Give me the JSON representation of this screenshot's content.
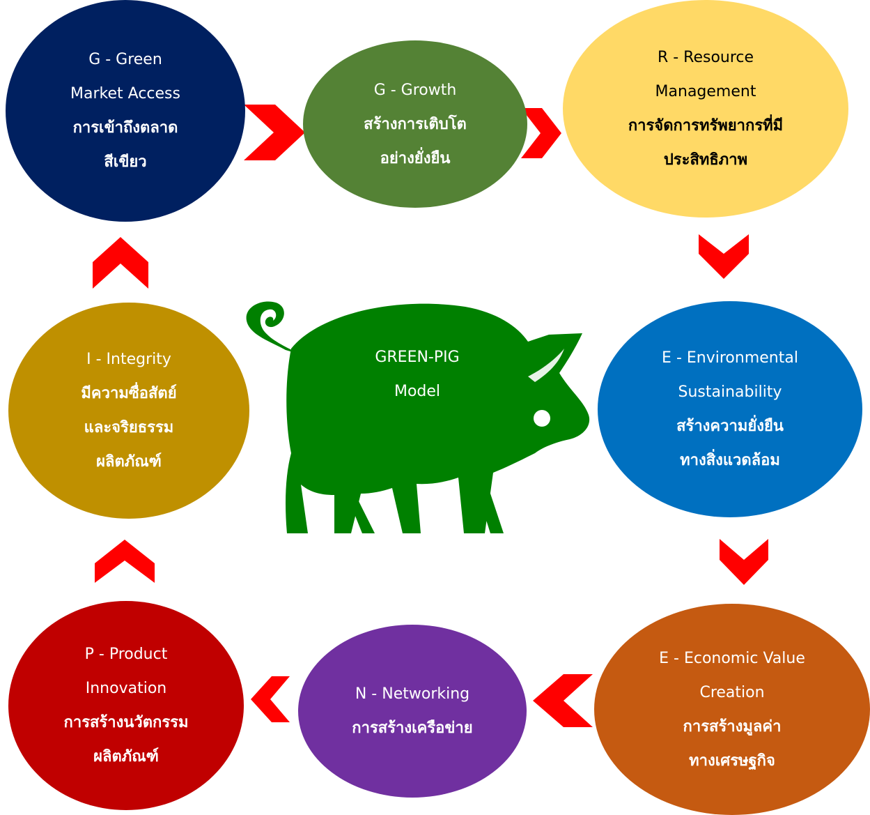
{
  "center": {
    "line1": "GREEN-PIG",
    "line2": "Model",
    "pig_color": "#008000"
  },
  "nodes": [
    {
      "id": "g1",
      "color": "#002060",
      "lines": [
        "G - Green",
        "Market Access",
        "การเข้าถึงตลาด",
        "สีเขียว"
      ]
    },
    {
      "id": "g2",
      "color": "#548235",
      "lines": [
        "G - Growth",
        "สร้างการเติบโต",
        "อย่างยั่งยืน"
      ]
    },
    {
      "id": "r",
      "color": "#FFD966",
      "lines": [
        "R - Resource",
        "Management",
        "การจัดการทรัพยากรที่มี",
        "ประสิทธิภาพ"
      ]
    },
    {
      "id": "e1",
      "color": "#0070C0",
      "lines": [
        "E - Environmental",
        "Sustainability",
        "สร้างความยั่งยืน",
        "ทางสิ่งแวดล้อม"
      ]
    },
    {
      "id": "e2",
      "color": "#C55A11",
      "lines": [
        "E - Economic Value",
        "Creation",
        "การสร้างมูลค่า",
        "ทางเศรษฐกิจ"
      ]
    },
    {
      "id": "n",
      "color": "#7030A0",
      "lines": [
        "N - Networking",
        "การสร้างเครือข่าย"
      ]
    },
    {
      "id": "p",
      "color": "#C00000",
      "lines": [
        "P - Product",
        "Innovation",
        "การสร้างนวัตกรรม",
        "ผลิตภัณฑ์"
      ]
    },
    {
      "id": "i",
      "color": "#BF9000",
      "lines": [
        "I - Integrity",
        "มีความซื่อสัตย์",
        "และจริยธรรม",
        "ผลิตภัณฑ์"
      ]
    }
  ],
  "arrow_color": "#FF0000"
}
